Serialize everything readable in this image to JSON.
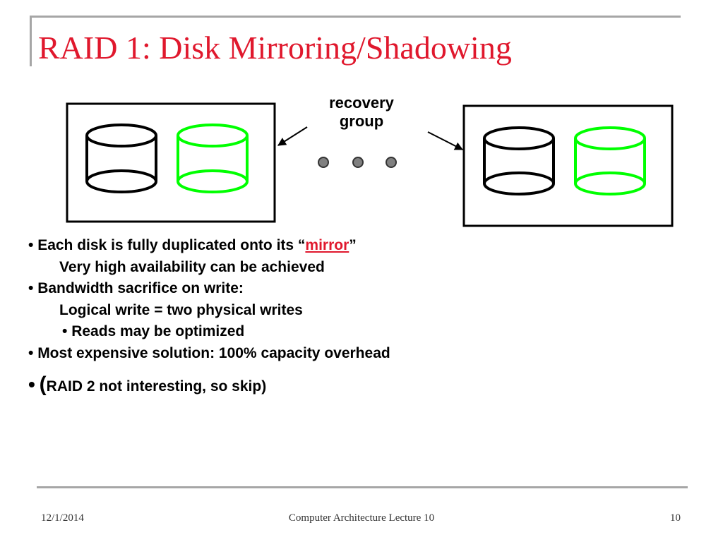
{
  "slide": {
    "title": "RAID 1: Disk Mirroring/Shadowing",
    "diagram": {
      "caption_line1": "recovery",
      "caption_line2": "group",
      "colors": {
        "primary_disk": "#000000",
        "mirror_disk": "#00ff00",
        "ellipsis_dot": "#808080"
      }
    },
    "bullets": {
      "b1_before": "Each disk is fully duplicated onto its “",
      "b1_accent": "mirror",
      "b1_after": "”",
      "b1_sub": "Very high availability can be achieved",
      "b2": "Bandwidth sacrifice on write:",
      "b2_sub": "Logical write = two physical writes",
      "b2_subsub": "Reads may be optimized",
      "b3": "Most expensive solution: 100% capacity overhead",
      "b4_paren_open": "(",
      "b4_text": "RAID 2 not interesting, so skip)"
    },
    "accent_color": "#e0182d"
  },
  "footer": {
    "date": "12/1/2014",
    "center": "Computer Architecture Lecture 10",
    "page": "10"
  }
}
